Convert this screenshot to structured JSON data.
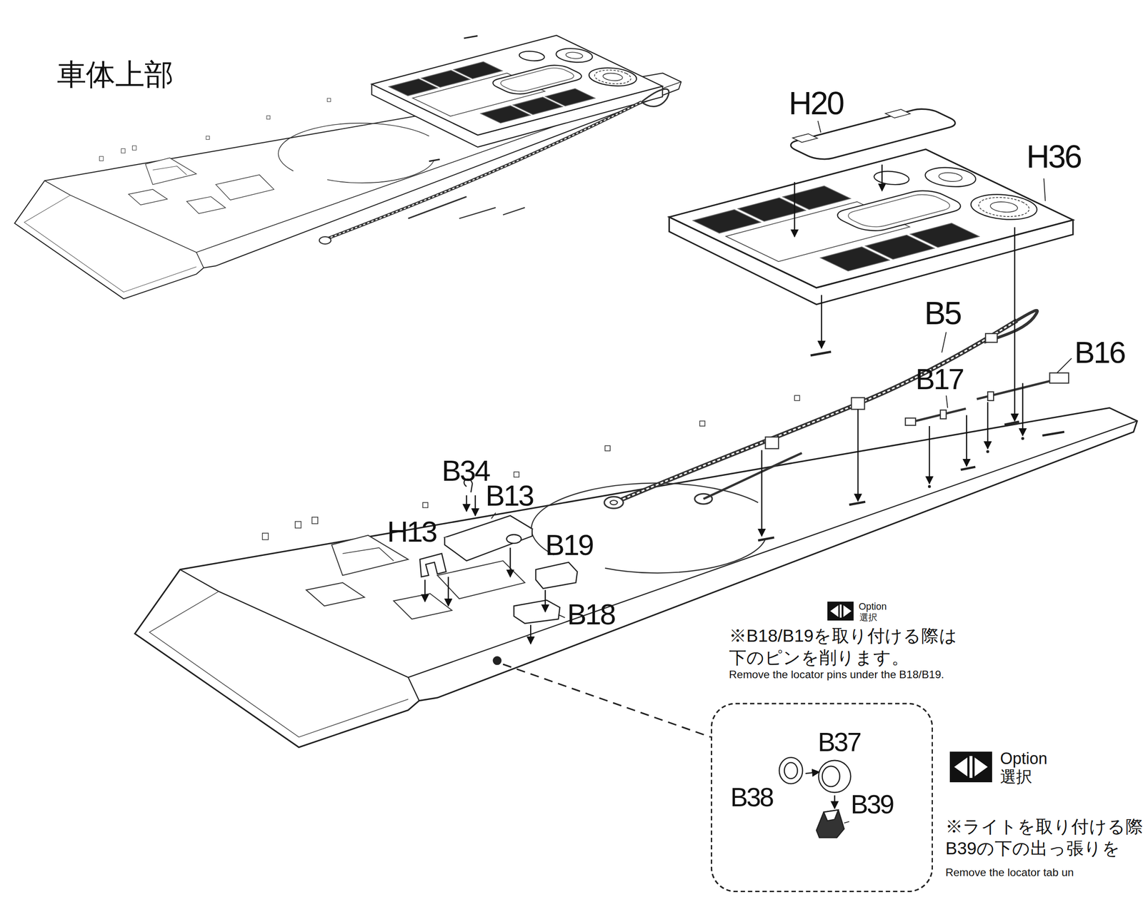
{
  "diagram": {
    "title": "車体上部",
    "nodes": [
      {
        "text": [
          "B37",
          "B38",
          "B39"
        ]
      }
    ],
    "labels": [
      "H20",
      "H36",
      "B5",
      "B16",
      "B17",
      "B34",
      "B13",
      "H13",
      "B19",
      "B18",
      "Option",
      "選択",
      "※B18/B19を取り付ける際は 下のピンを削ります。",
      "Remove the locator pins under the B18/B19.",
      "Option",
      "選択",
      "※ライトを取り付ける際 B39の下の出っ張りを",
      "Remove the locator tab un"
    ]
  }
}
